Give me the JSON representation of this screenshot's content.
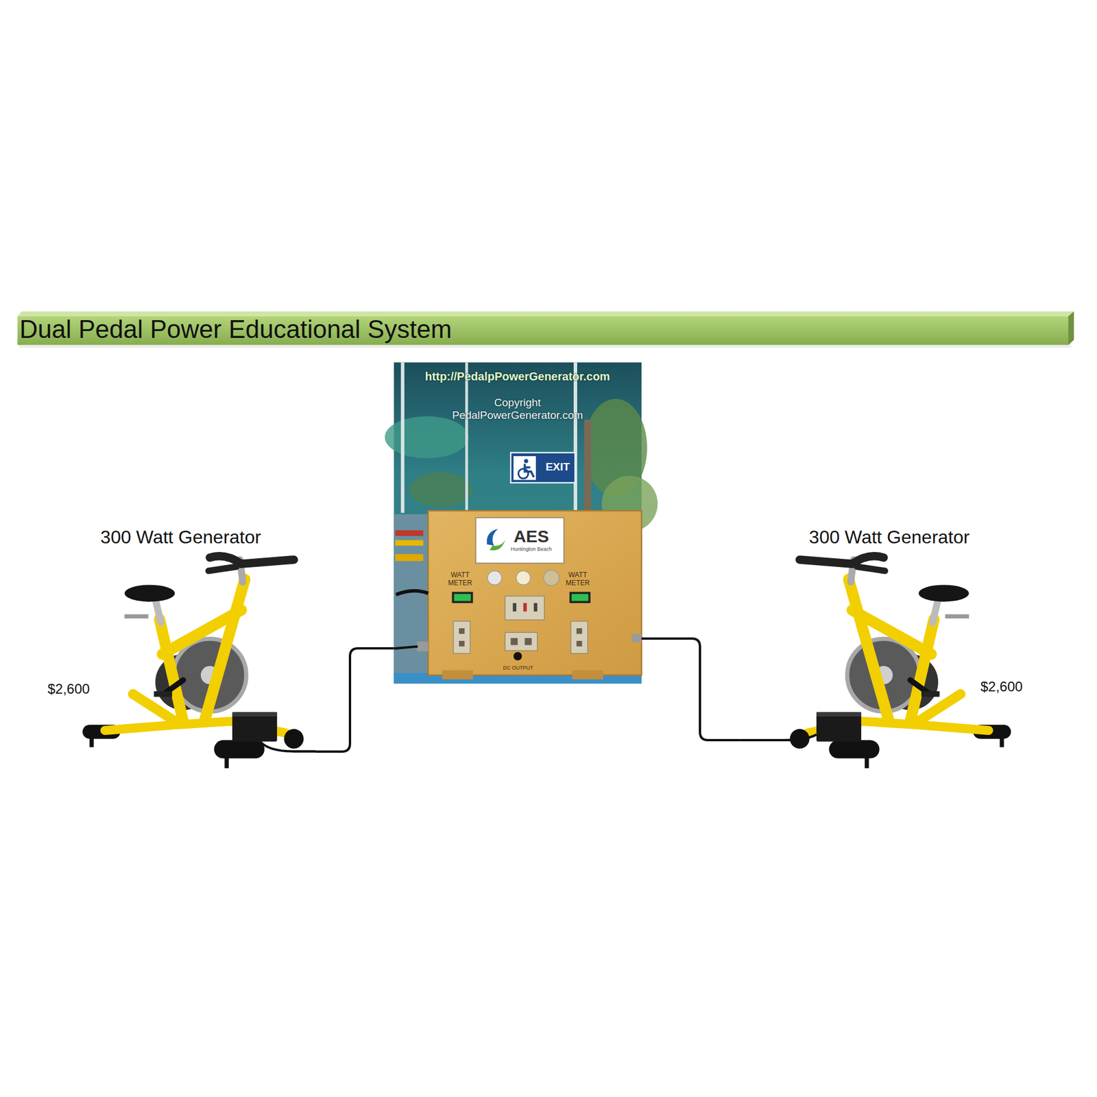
{
  "diagram": {
    "title": "Dual Pedal Power Educational System",
    "nodes": [
      {
        "text": [
          "300 Watt Generator",
          "$2,600"
        ]
      },
      {
        "text": [
          "http://PedalpPowerGenerator.com",
          "Copyright PedalPowerGenerator.com"
        ]
      },
      {
        "text": [
          "AES",
          "Huntington Beach"
        ],
        "in": 1
      },
      {
        "text": [
          "300 Watt Generator",
          "$2,600"
        ]
      }
    ],
    "edges": [
      {
        "from": 0,
        "to": 1,
        "arrow": "none"
      },
      {
        "from": 1,
        "to": 3,
        "arrow": "none"
      }
    ],
    "labels": [
      "EXIT",
      "WATT METER",
      "WATT METER",
      "DC OUTPUT"
    ]
  }
}
